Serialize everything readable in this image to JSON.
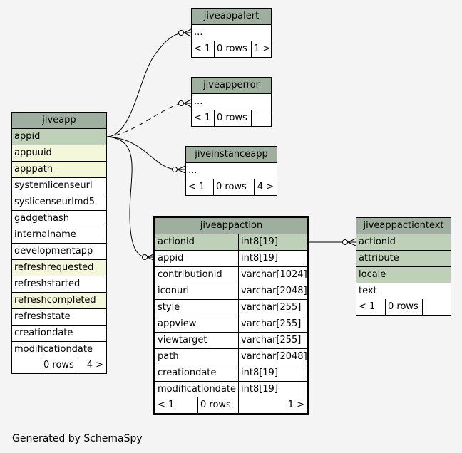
{
  "footer_text": "Generated by SchemaSpy",
  "colors": {
    "header": "#9faf9f",
    "primary_key": "#bed1b8",
    "indexed": "#f4f7da",
    "plain": "#ffffff",
    "background": "#f4f4f4"
  },
  "tables": {
    "jiveappalert": {
      "title": "jiveappalert",
      "ellipsis": "...",
      "parents": "< 1",
      "rows": "0 rows",
      "children": "1 >"
    },
    "jiveapperror": {
      "title": "jiveapperror",
      "ellipsis": "...",
      "parents": "< 1",
      "rows": "0 rows",
      "children": ""
    },
    "jiveinstanceapp": {
      "title": "jiveinstanceapp",
      "ellipsis": "...",
      "parents": "< 1",
      "rows": "0 rows",
      "children": "4 >"
    },
    "jiveapp": {
      "title": "jiveapp",
      "columns": [
        {
          "name": "appid",
          "kind": "primary_key"
        },
        {
          "name": "appuuid",
          "kind": "indexed"
        },
        {
          "name": "apppath",
          "kind": "indexed"
        },
        {
          "name": "systemlicenseurl",
          "kind": "plain"
        },
        {
          "name": "syslicenseurlmd5",
          "kind": "plain"
        },
        {
          "name": "gadgethash",
          "kind": "plain"
        },
        {
          "name": "internalname",
          "kind": "plain"
        },
        {
          "name": "developmentapp",
          "kind": "plain"
        },
        {
          "name": "refreshrequested",
          "kind": "indexed"
        },
        {
          "name": "refreshstarted",
          "kind": "plain"
        },
        {
          "name": "refreshcompleted",
          "kind": "indexed"
        },
        {
          "name": "refreshstate",
          "kind": "plain"
        },
        {
          "name": "creationdate",
          "kind": "plain"
        },
        {
          "name": "modificationdate",
          "kind": "plain"
        }
      ],
      "parents": "",
      "rows": "0 rows",
      "children": "4 >"
    },
    "jiveappaction": {
      "title": "jiveappaction",
      "columns": [
        {
          "name": "actionid",
          "type": "int8[19]",
          "kind": "primary_key"
        },
        {
          "name": "appid",
          "type": "int8[19]",
          "kind": "plain"
        },
        {
          "name": "contributionid",
          "type": "varchar[1024]",
          "kind": "plain"
        },
        {
          "name": "iconurl",
          "type": "varchar[2048]",
          "kind": "plain"
        },
        {
          "name": "style",
          "type": "varchar[255]",
          "kind": "plain"
        },
        {
          "name": "appview",
          "type": "varchar[255]",
          "kind": "plain"
        },
        {
          "name": "viewtarget",
          "type": "varchar[255]",
          "kind": "plain"
        },
        {
          "name": "path",
          "type": "varchar[2048]",
          "kind": "plain"
        },
        {
          "name": "creationdate",
          "type": "int8[19]",
          "kind": "plain"
        },
        {
          "name": "modificationdate",
          "type": "int8[19]",
          "kind": "plain"
        }
      ],
      "parents": "< 1",
      "rows": "0 rows",
      "children": "1 >"
    },
    "jiveappactiontext": {
      "title": "jiveappactiontext",
      "columns": [
        {
          "name": "actionid",
          "kind": "primary_key"
        },
        {
          "name": "attribute",
          "kind": "primary_key"
        },
        {
          "name": "locale",
          "kind": "primary_key"
        },
        {
          "name": "text",
          "kind": "plain"
        }
      ],
      "parents": "< 1",
      "rows": "0 rows",
      "children": ""
    }
  },
  "relationships": [
    {
      "from": "jiveapp.appid",
      "to": "jiveappalert",
      "implied": false
    },
    {
      "from": "jiveapp.appid",
      "to": "jiveapperror",
      "implied": true
    },
    {
      "from": "jiveapp.appid",
      "to": "jiveinstanceapp",
      "implied": false
    },
    {
      "from": "jiveapp.appid",
      "to": "jiveappaction.appid",
      "implied": false
    },
    {
      "from": "jiveappaction.actionid",
      "to": "jiveappactiontext.actionid",
      "implied": false
    }
  ]
}
